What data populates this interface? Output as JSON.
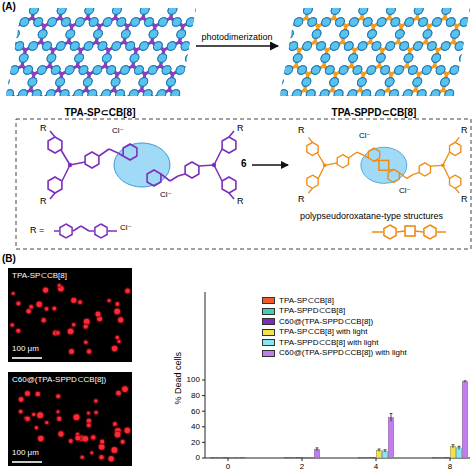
{
  "diagram": {
    "nodes": [
      {
        "text": [
          "TPA-SP⊂CB[8]"
        ]
      },
      {
        "text": [
          "TPA-SPPD⊂CB[8]"
        ]
      }
    ],
    "edges": [
      {
        "from": 0,
        "to": 1,
        "arrow": "to",
        "label": "photodimerization"
      }
    ],
    "labels": [
      "(A)",
      "R",
      "R",
      "R",
      "R",
      "Cl⁻",
      "Cl⁻",
      "6",
      "R",
      "R",
      "R",
      "R",
      "Cl⁻",
      "Cl⁻",
      "polypseudoroxatane-type structures",
      "R =",
      "Cl⁻",
      "(B)",
      "TPA-SP⊂CB[8]",
      "100 μm",
      "C60@(TPA-SPPD⊂CB[8])",
      "100 μm",
      "% Dead cells",
      "0",
      "20",
      "40",
      "60",
      "80",
      "100",
      "0",
      "2",
      "4",
      "8"
    ],
    "legend": [
      {
        "text": "TPA-SP⊂CB[8]",
        "color": "#f05a28"
      },
      {
        "text": "TPA-SPPD⊂CB[8]",
        "color": "#3fd0b0"
      },
      {
        "text": "C60@(TPA-SPPD⊂CB[8])",
        "color": "#7a2db8"
      },
      {
        "text": "TPA-SP⊂CB[8] with light",
        "color": "#f2e34c"
      },
      {
        "text": "TPA-SPPD⊂CB[8] with light",
        "color": "#86e6f2"
      },
      {
        "text": "C60@(TPA-SPPD⊂CB[8]) with light",
        "color": "#c27cf0"
      }
    ]
  }
}
